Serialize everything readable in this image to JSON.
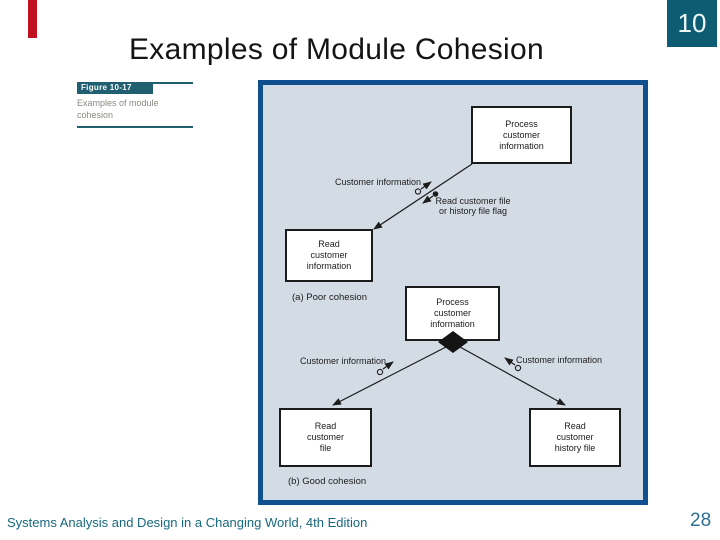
{
  "slide": {
    "title": "Examples of Module Cohesion",
    "page_badge": "10",
    "footer": "Systems Analysis and Design in a Changing World, 4th Edition",
    "page_number": "28"
  },
  "figure": {
    "label": "Figure 10-17",
    "caption": "Examples of module\ncohesion"
  },
  "diagram": {
    "part_a": {
      "caption": "(a) Poor cohesion",
      "process_module": "Process\ncustomer\ninformation",
      "read_module": "Read\ncustomer\ninformation",
      "data_couple_label": "Customer information",
      "control_couple_label": "Read customer file\nor history file flag"
    },
    "part_b": {
      "caption": "(b) Good cohesion",
      "process_module": "Process\ncustomer\ninformation",
      "read_file_module": "Read\ncustomer\nfile",
      "read_history_module": "Read\ncustomer\nhistory file",
      "left_data_couple_label": "Customer information",
      "right_data_couple_label": "Customer information"
    }
  },
  "colors": {
    "accent_red": "#c11020",
    "badge_teal": "#0d5c74",
    "figure_label_teal": "#205f70",
    "caption_gray": "#8b897f",
    "panel_border_blue": "#11508e",
    "panel_fill": "#d3dbe4",
    "footer_teal": "#17697f",
    "page_number_blue": "#2f6f92",
    "line_black": "#1c1c1c"
  }
}
